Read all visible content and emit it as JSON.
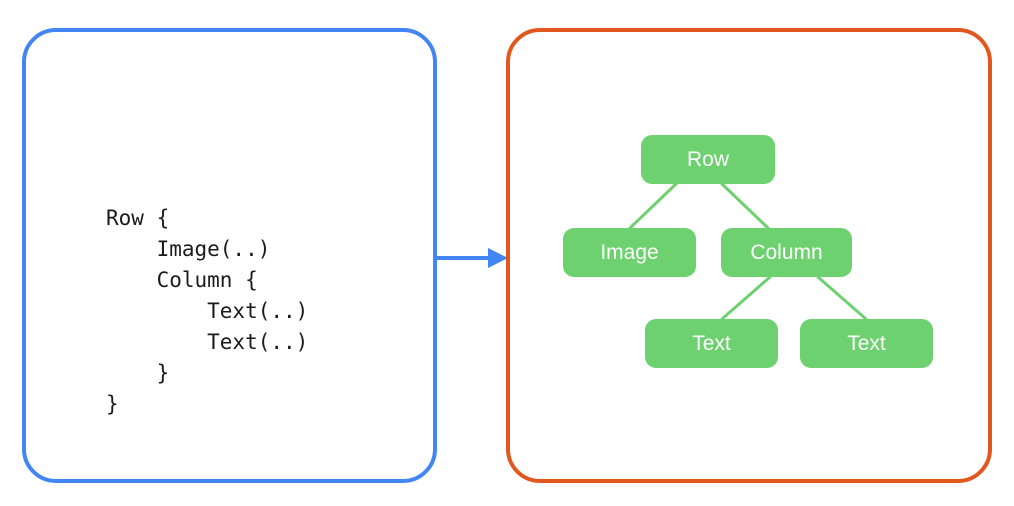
{
  "colors": {
    "code_panel_border": "#4285f4",
    "tree_panel_border": "#e2571e",
    "node_fill": "#6ed16f",
    "node_text": "#ffffff",
    "connector": "#6ed16f",
    "arrow": "#4285f4",
    "background": "#ffffff",
    "code_text": "#1b1b1b"
  },
  "code_panel": {
    "code": "Row {\n    Image(..)\n    Column {\n        Text(..)\n        Text(..)\n    }\n}",
    "lines": [
      "Row {",
      "    Image(..)",
      "    Column {",
      "        Text(..)",
      "        Text(..)",
      "    }",
      "}"
    ]
  },
  "arrow": {
    "label": "",
    "direction": "right"
  },
  "tree_panel": {
    "nodes": [
      {
        "id": "row",
        "label": "Row"
      },
      {
        "id": "image",
        "label": "Image"
      },
      {
        "id": "column",
        "label": "Column"
      },
      {
        "id": "text1",
        "label": "Text"
      },
      {
        "id": "text2",
        "label": "Text"
      }
    ],
    "edges": [
      {
        "from": "row",
        "to": "image"
      },
      {
        "from": "row",
        "to": "column"
      },
      {
        "from": "column",
        "to": "text1"
      },
      {
        "from": "column",
        "to": "text2"
      }
    ]
  }
}
